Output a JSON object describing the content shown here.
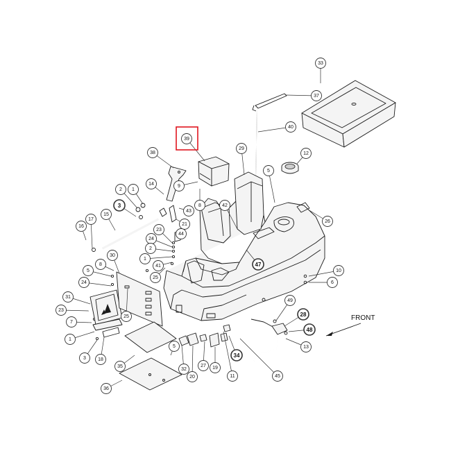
{
  "diagram": {
    "front_label": "FRONT",
    "highlight_color": "#e0141e",
    "highlighted_callout": "39",
    "callouts": [
      {
        "id": "33",
        "label": "33",
        "bold": false
      },
      {
        "id": "37",
        "label": "37",
        "bold": false
      },
      {
        "id": "40",
        "label": "40",
        "bold": false
      },
      {
        "id": "39",
        "label": "39",
        "bold": false
      },
      {
        "id": "38",
        "label": "38",
        "bold": false
      },
      {
        "id": "29",
        "label": "29",
        "bold": false
      },
      {
        "id": "12",
        "label": "12",
        "bold": false
      },
      {
        "id": "5a",
        "label": "5",
        "bold": false
      },
      {
        "id": "9",
        "label": "9",
        "bold": false
      },
      {
        "id": "14",
        "label": "14",
        "bold": false
      },
      {
        "id": "2a",
        "label": "2",
        "bold": false
      },
      {
        "id": "1a",
        "label": "1",
        "bold": false
      },
      {
        "id": "3a",
        "label": "3",
        "bold": true
      },
      {
        "id": "8",
        "label": "8",
        "bold": false
      },
      {
        "id": "43",
        "label": "43",
        "bold": false
      },
      {
        "id": "42",
        "label": "42",
        "bold": false
      },
      {
        "id": "21",
        "label": "21",
        "bold": false
      },
      {
        "id": "26",
        "label": "26",
        "bold": false
      },
      {
        "id": "17",
        "label": "17",
        "bold": false
      },
      {
        "id": "15",
        "label": "15",
        "bold": false
      },
      {
        "id": "44",
        "label": "44",
        "bold": false
      },
      {
        "id": "16",
        "label": "16",
        "bold": false
      },
      {
        "id": "23a",
        "label": "23",
        "bold": false
      },
      {
        "id": "24a",
        "label": "24",
        "bold": false
      },
      {
        "id": "2b",
        "label": "2",
        "bold": false
      },
      {
        "id": "47",
        "label": "47",
        "bold": true
      },
      {
        "id": "1b",
        "label": "1",
        "bold": false
      },
      {
        "id": "41",
        "label": "41",
        "bold": false
      },
      {
        "id": "30",
        "label": "30",
        "bold": false
      },
      {
        "id": "25a",
        "label": "25",
        "bold": false
      },
      {
        "id": "10",
        "label": "10",
        "bold": false
      },
      {
        "id": "5b",
        "label": "5",
        "bold": false
      },
      {
        "id": "8b",
        "label": "8",
        "bold": false
      },
      {
        "id": "6",
        "label": "6",
        "bold": false
      },
      {
        "id": "24b",
        "label": "24",
        "bold": false
      },
      {
        "id": "31",
        "label": "31",
        "bold": false
      },
      {
        "id": "23b",
        "label": "23",
        "bold": false
      },
      {
        "id": "25b",
        "label": "25",
        "bold": false
      },
      {
        "id": "49",
        "label": "49",
        "bold": false
      },
      {
        "id": "28",
        "label": "28",
        "bold": true
      },
      {
        "id": "7",
        "label": "7",
        "bold": false
      },
      {
        "id": "48",
        "label": "48",
        "bold": true
      },
      {
        "id": "1c",
        "label": "1",
        "bold": false
      },
      {
        "id": "13",
        "label": "13",
        "bold": false
      },
      {
        "id": "3b",
        "label": "3",
        "bold": false
      },
      {
        "id": "18",
        "label": "18",
        "bold": false
      },
      {
        "id": "35",
        "label": "35",
        "bold": false
      },
      {
        "id": "5c",
        "label": "5",
        "bold": false
      },
      {
        "id": "32",
        "label": "32",
        "bold": false
      },
      {
        "id": "20",
        "label": "20",
        "bold": false
      },
      {
        "id": "27",
        "label": "27",
        "bold": false
      },
      {
        "id": "19",
        "label": "19",
        "bold": false
      },
      {
        "id": "34",
        "label": "34",
        "bold": true
      },
      {
        "id": "11",
        "label": "11",
        "bold": false
      },
      {
        "id": "45",
        "label": "45",
        "bold": false
      },
      {
        "id": "36",
        "label": "36",
        "bold": false
      }
    ]
  }
}
